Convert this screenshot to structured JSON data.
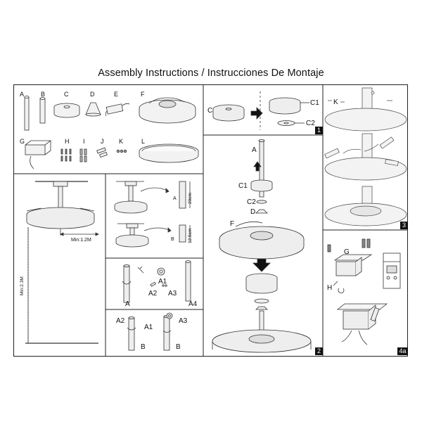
{
  "title": "Assembly Instructions / Instrucciones De Montaje",
  "parts": {
    "A": "A",
    "B": "B",
    "C": "C",
    "D": "D",
    "E": "E",
    "F": "F",
    "G": "G",
    "H": "H",
    "I": "I",
    "J": "J",
    "K": "K",
    "L": "L"
  },
  "height_panel": {
    "min_width": "Min:1.2M",
    "min_height": "Min:2.3M"
  },
  "downrod_options": {
    "option_a": "A",
    "option_a_length": "20cm",
    "option_b": "B",
    "option_b_length": "12.5cm"
  },
  "rod_panel": {
    "a1": "A1",
    "a2": "A2",
    "a3": "A3",
    "a": "A",
    "a4": "A4"
  },
  "rod_panel_b": {
    "a2": "A2",
    "a1": "A1",
    "a3": "A3",
    "b1": "B",
    "b2": "B"
  },
  "step1": {
    "c_left": "C",
    "c1": "C1",
    "c2": "C2",
    "num": "1"
  },
  "step2": {
    "a": "A",
    "c1": "C1",
    "c2": "C2",
    "d": "D",
    "f": "F",
    "num": "2"
  },
  "step3": {
    "k": "K",
    "num": "3"
  },
  "step4a": {
    "g": "G",
    "h": "H",
    "num": "4a"
  }
}
